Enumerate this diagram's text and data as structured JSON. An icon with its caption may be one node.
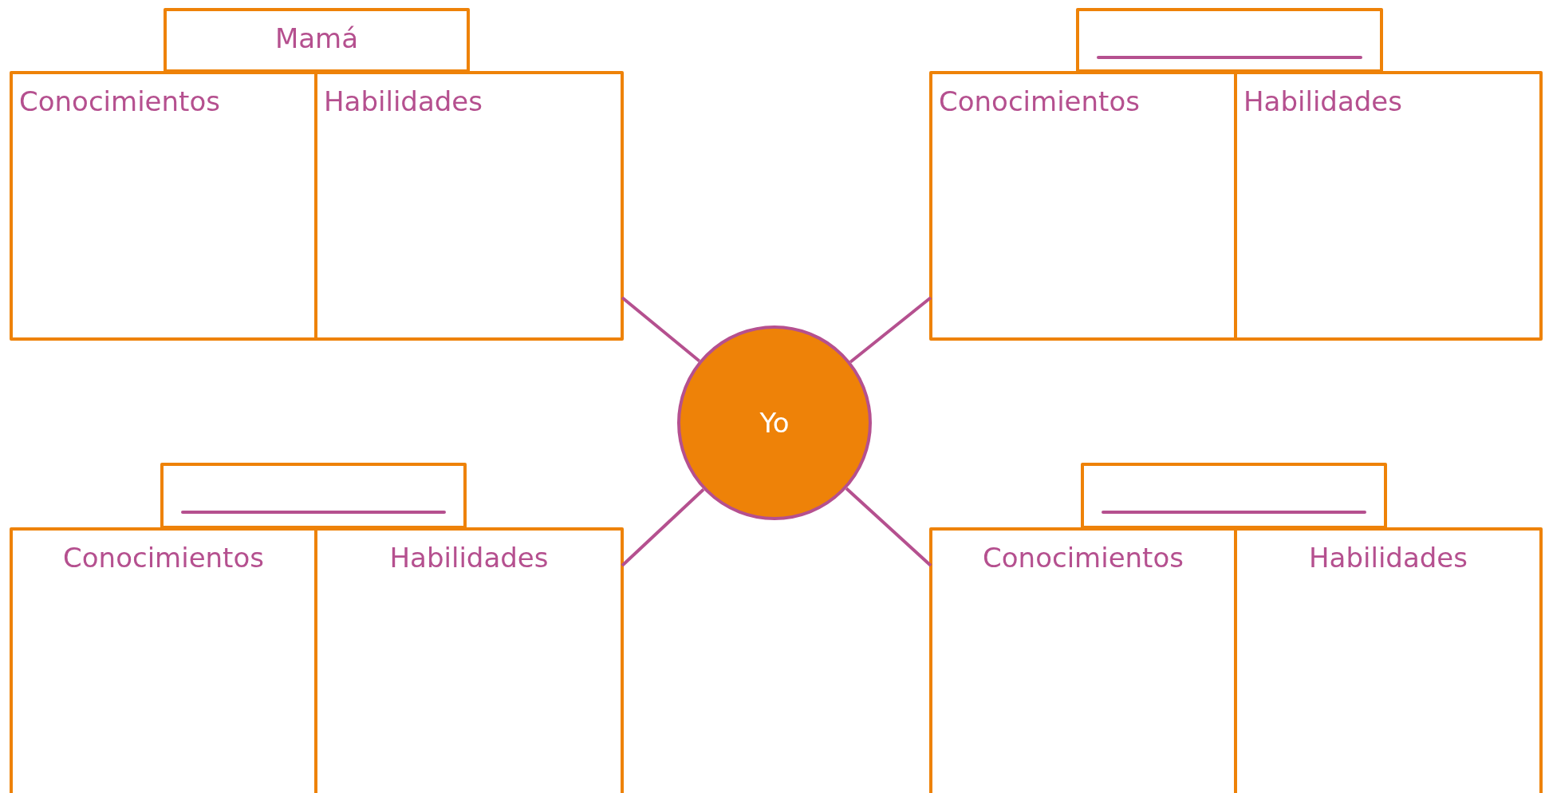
{
  "diagram": {
    "nodes": [
      {
        "text": [
          "Mamá"
        ]
      },
      {
        "text": [],
        "shape": "box"
      },
      {
        "text": [
          "Conocimientos"
        ]
      },
      {
        "text": [
          "Habilidades"
        ]
      },
      {
        "text": [
          "Conocimientos"
        ]
      },
      {
        "text": [
          "Habilidades"
        ]
      },
      {
        "text": [
          "Yo"
        ]
      },
      {
        "text": [],
        "shape": "box"
      },
      {
        "text": [],
        "shape": "box"
      },
      {
        "text": [
          "Conocimientos"
        ]
      },
      {
        "text": [
          "Habilidades"
        ]
      },
      {
        "text": [
          "Conocimientos"
        ]
      },
      {
        "text": [
          "Habilidades"
        ]
      }
    ],
    "edges": [
      {
        "from": 6,
        "to": 3,
        "arrow": "none"
      },
      {
        "from": 6,
        "to": 4,
        "arrow": "none"
      },
      {
        "from": 6,
        "to": 10,
        "arrow": "none"
      },
      {
        "from": 6,
        "to": 11,
        "arrow": "none"
      }
    ]
  }
}
